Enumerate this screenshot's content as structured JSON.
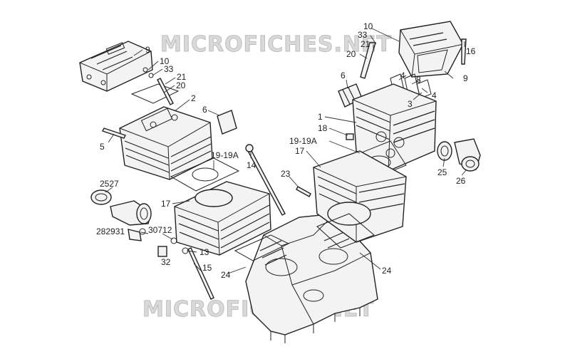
{
  "watermark": {
    "top": "MICROFICHES.NET",
    "bottom": "MICROFICHES.NET",
    "color": "#d0d0d0"
  },
  "callouts": [
    {
      "id": "c9a",
      "text": "9"
    },
    {
      "id": "c10a",
      "text": "10"
    },
    {
      "id": "c33a",
      "text": "33"
    },
    {
      "id": "c21a",
      "text": "21"
    },
    {
      "id": "c20a",
      "text": "20"
    },
    {
      "id": "c2",
      "text": "2"
    },
    {
      "id": "c6a",
      "text": "6"
    },
    {
      "id": "c5",
      "text": "5"
    },
    {
      "id": "c1919a",
      "text": "19-19A"
    },
    {
      "id": "c14",
      "text": "14"
    },
    {
      "id": "c2527",
      "text": "2527"
    },
    {
      "id": "c17a",
      "text": "17"
    },
    {
      "id": "c23",
      "text": "23"
    },
    {
      "id": "c282931",
      "text": "282931"
    },
    {
      "id": "c30712",
      "text": "30712"
    },
    {
      "id": "c32",
      "text": "32"
    },
    {
      "id": "c13",
      "text": "13"
    },
    {
      "id": "c15",
      "text": "15"
    },
    {
      "id": "c24a",
      "text": "24"
    },
    {
      "id": "c24b",
      "text": "24"
    },
    {
      "id": "c10b",
      "text": "10"
    },
    {
      "id": "c33b",
      "text": "33"
    },
    {
      "id": "c21b",
      "text": "21"
    },
    {
      "id": "c20b",
      "text": "20"
    },
    {
      "id": "c16",
      "text": "16"
    },
    {
      "id": "c6b",
      "text": "6"
    },
    {
      "id": "c4a",
      "text": "4"
    },
    {
      "id": "c8",
      "text": "8"
    },
    {
      "id": "c3",
      "text": "3"
    },
    {
      "id": "c4b",
      "text": "4"
    },
    {
      "id": "c9b",
      "text": "9"
    },
    {
      "id": "c1",
      "text": "1"
    },
    {
      "id": "c18",
      "text": "18"
    },
    {
      "id": "c1919b",
      "text": "19-19A"
    },
    {
      "id": "c17b",
      "text": "17"
    },
    {
      "id": "c25",
      "text": "25"
    },
    {
      "id": "c26",
      "text": "26"
    }
  ]
}
